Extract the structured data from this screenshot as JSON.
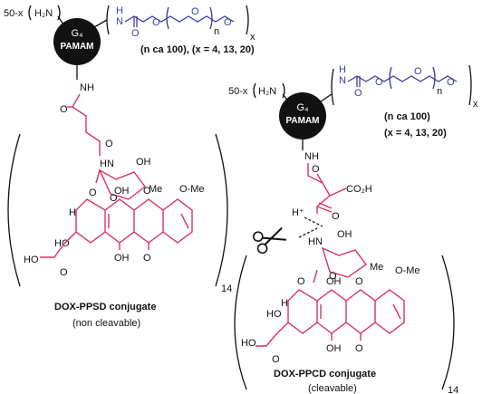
{
  "colors": {
    "linker": "#d8306c",
    "peg": "#3b3f9e",
    "dendrimer": "#111111"
  },
  "left": {
    "prefix": "50-x",
    "amine": "H₂N",
    "core_generation": "G₄",
    "core_name": "PAMAM",
    "peg_index": "n",
    "peg_repeat_suffix": "x",
    "params": "(n ca 100), (x = 4, 13, 20)",
    "nh_label": "NH",
    "drug_labels": {
      "hn": "HN",
      "oh": "OH",
      "o": "O",
      "me": "Me",
      "ome": "O-Me",
      "ho": "HO",
      "h": "H"
    },
    "repeat_count": "14",
    "title": "DOX-PPSD conjugate",
    "subtitle": "(non cleavable)"
  },
  "right": {
    "prefix": "50-x",
    "amine": "H₂N",
    "core_generation": "G₄",
    "core_name": "PAMAM",
    "peg_index": "n",
    "peg_repeat_suffix": "x",
    "param_n": "(n ca 100)",
    "param_x": "(x = 4, 13, 20)",
    "nh_label": "NH",
    "acid_label": "CO₂H",
    "proton": "H⁺",
    "drug_labels": {
      "hn": "HN",
      "oh": "OH",
      "o": "O",
      "me": "Me",
      "ome": "O-Me",
      "ho": "HO",
      "h": "H"
    },
    "repeat_count": "14",
    "title": "DOX-PPCD conjugate",
    "subtitle": "(cleavable)"
  }
}
